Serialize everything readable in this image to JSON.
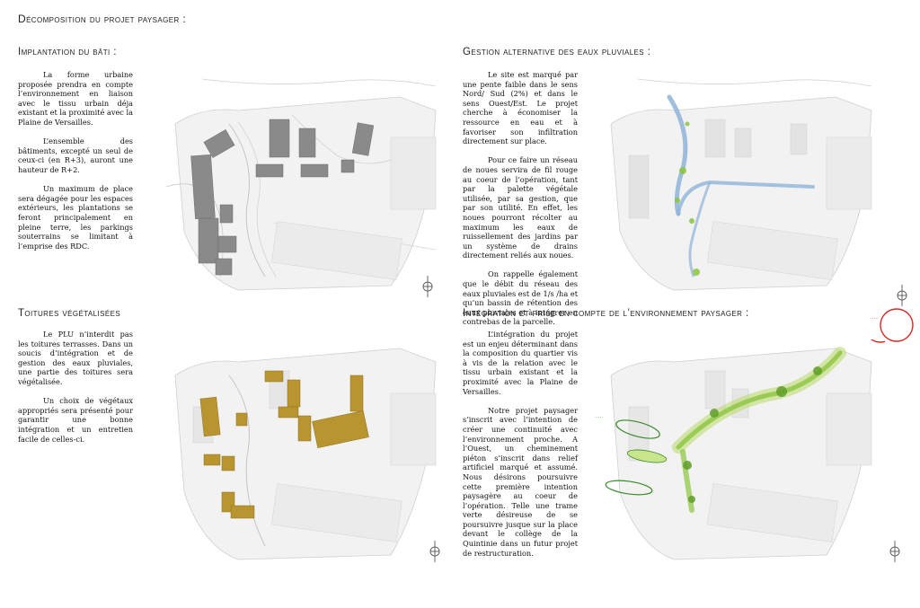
{
  "page": {
    "title": "Décomposition du projet paysager :"
  },
  "sections": {
    "implantation": {
      "heading": "Implantation du bâti :",
      "paragraphs": [
        "La forme urbaine proposée prendra en compte l’environnement en liaison avec le tissu urbain déja existant et la proximité avec la Plaine de Versailles.",
        "L’ensemble des bâtiments, excepté un seul de ceux-ci (en R+3), auront une hauteur de R+2.",
        "Un maximum de place sera dégagée pour les espaces extérieurs, les plantations se feront principalement en pleine terre, les parkings souterrains se limitant à l’emprise des RDC."
      ]
    },
    "eaux": {
      "heading": "Gestion alternative des eaux pluviales :",
      "paragraphs": [
        "Le site est marqué par une pente faible dans le sens Nord/ Sud (2%) et dans le sens Ouest/Est. Le projet cherche à économiser la ressource en eau et à favoriser son infiltration directement sur place.",
        "Pour ce faire un réseau de noues servira de fil rouge au coeur de l’opération, tant par la palette végétale utilisée, par sa gestion, que par son utilité. En effet, les noues pourront récolter au maximum les eaux de ruissellement des jardins par un système de drains directement reliés aux noues.",
        "On rappelle également que le débit du réseau des eaux pluviales est de 1/s /ha et qu’un bassin de rétention des eaux pluviales et à intégrer en contrebas de la parcelle."
      ]
    },
    "toitures": {
      "heading": "Toitures végétalisées",
      "paragraphs": [
        "Le PLU n’interdit pas les toitures terrasses. Dans un soucis d’intégration et de gestion des eaux pluviales, une partie des toitures sera végétalisée.",
        "Un choix de végétaux appropriés sera présenté pour garantir une bonne intégration et un entretien facile de celles-ci."
      ]
    },
    "integration": {
      "heading": "Intégration et prise en compte de l’environnement paysager :",
      "paragraphs": [
        "L’intégration du projet est un enjeu déterminant dans la composition du quartier vis à vis de la relation avec le tissu urbain existant et la proximité avec la Plaine de Versailles.",
        "Notre projet paysager s’inscrit avec l’intention de créer une continuité avec l’environnement proche. A l’Ouest, un cheminement piéton s’inscrit dans relief artificiel marqué et assumé. Nous désirons poursuivre cette première intention paysagère au coeur de l’opération. Telle une trame verte désireuse de se poursuivre jusque sur la place devant le collège de la Quintinie dans un futur projet de restructuration."
      ]
    }
  },
  "colors": {
    "building_grey": "#8a8a8a",
    "roof_gold": "#b8952e",
    "water_blue": "#8fb4d8",
    "vegetation_green": "#8cc63f",
    "red_accent": "#d42a2a",
    "plan_line": "#bdbdbd"
  },
  "icons": [
    "north-arrow-icon"
  ]
}
